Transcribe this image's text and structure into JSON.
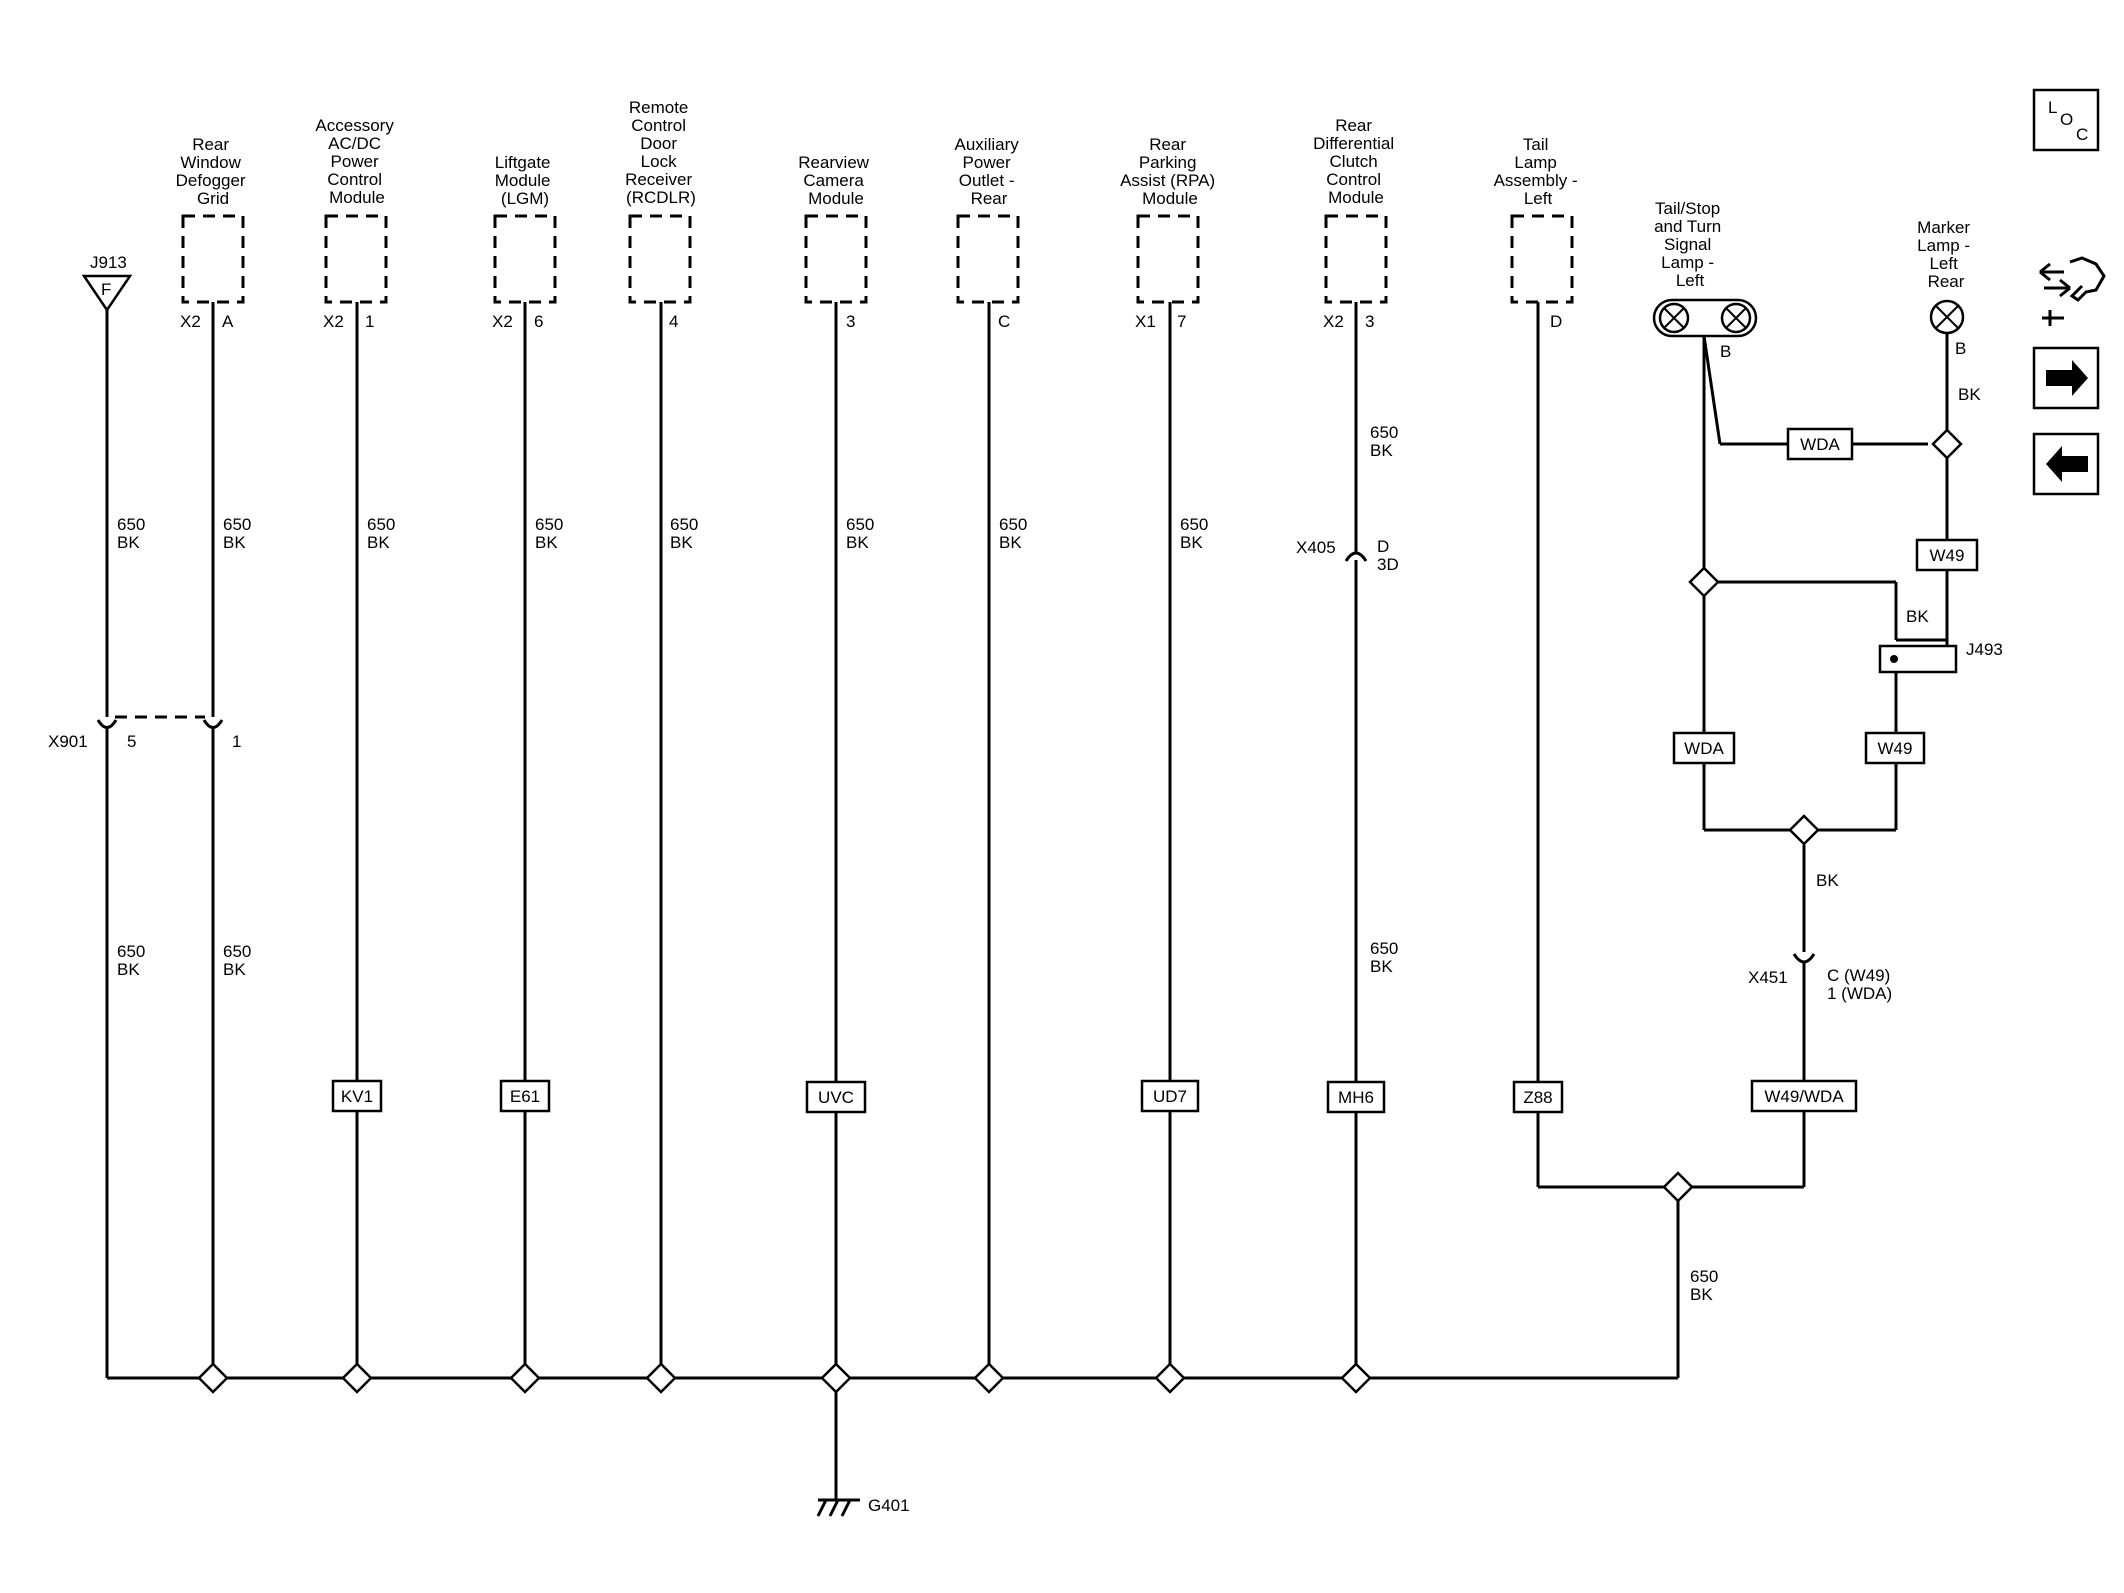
{
  "components": [
    {
      "id": "rwdg",
      "lines": [
        "Rear",
        "Window",
        "Defogger",
        "Grid"
      ],
      "conn": "X2",
      "pin": "A"
    },
    {
      "id": "acdc",
      "lines": [
        "Accessory",
        "AC/DC",
        "Power",
        "Control",
        "Module"
      ],
      "conn": "X2",
      "pin": "1"
    },
    {
      "id": "lgm",
      "lines": [
        "Liftgate",
        "Module",
        "(LGM)"
      ],
      "conn": "X2",
      "pin": "6"
    },
    {
      "id": "rcdlr",
      "lines": [
        "Remote",
        "Control",
        "Door",
        "Lock",
        "Receiver",
        "(RCDLR)"
      ],
      "conn": "",
      "pin": "4"
    },
    {
      "id": "rvc",
      "lines": [
        "Rearview",
        "Camera",
        "Module"
      ],
      "conn": "",
      "pin": "3"
    },
    {
      "id": "apo",
      "lines": [
        "Auxiliary",
        "Power",
        "Outlet -",
        "Rear"
      ],
      "conn": "",
      "pin": "C"
    },
    {
      "id": "rpa",
      "lines": [
        "Rear",
        "Parking",
        "Assist (RPA)",
        "Module"
      ],
      "conn": "X1",
      "pin": "7"
    },
    {
      "id": "rdcc",
      "lines": [
        "Rear",
        "Differential",
        "Clutch",
        "Control",
        "Module"
      ],
      "conn": "X2",
      "pin": "3"
    },
    {
      "id": "tla",
      "lines": [
        "Tail",
        "Lamp",
        "Assembly -",
        "Left"
      ],
      "conn": "",
      "pin": "D"
    }
  ],
  "lamps": {
    "tail_stop": {
      "lines": [
        "Tail/Stop",
        "and Turn",
        "Signal",
        "Lamp -",
        "Left"
      ],
      "pin": "B"
    },
    "marker": {
      "lines": [
        "Marker",
        "Lamp -",
        "Left",
        "Rear"
      ],
      "pin": "B"
    }
  },
  "wire_labels": {
    "j913_top": [
      "650",
      "BK"
    ],
    "j913_bottom": [
      "650",
      "BK"
    ],
    "rwdg_top": [
      "650",
      "BK"
    ],
    "rwdg_bottom": [
      "650",
      "BK"
    ],
    "acdc": [
      "650",
      "BK"
    ],
    "lgm": [
      "650",
      "BK"
    ],
    "rcdlr": [
      "650",
      "BK"
    ],
    "rvc": [
      "650",
      "BK"
    ],
    "apo": [
      "650",
      "BK"
    ],
    "rpa": [
      "650",
      "BK"
    ],
    "rdcc_top": [
      "650",
      "BK"
    ],
    "rdcc_bottom": [
      "650",
      "BK"
    ],
    "tail_ground": [
      "650",
      "BK"
    ],
    "marker_bk": "BK",
    "j493_bk": "BK",
    "x451_bk": "BK"
  },
  "splice": {
    "name": "J913",
    "letter": "F"
  },
  "connectors": {
    "x901": {
      "name": "X901",
      "pin_left": "5",
      "pin_right": "1"
    },
    "x405": {
      "name": "X405",
      "pin": "D",
      "pin2": "3D"
    },
    "x451": {
      "name": "X451",
      "pin_line1": "C (W49)",
      "pin_line2": "1 (WDA)"
    }
  },
  "options": {
    "kv1": "KV1",
    "e61": "E61",
    "uvc": "UVC",
    "ud7": "UD7",
    "mh6": "MH6",
    "z88": "Z88",
    "w49wda": "W49/WDA",
    "wda_top": "WDA",
    "w49_top": "W49",
    "wda_left": "WDA",
    "w49_right": "W49"
  },
  "j493": "J493",
  "ground": "G401",
  "loc_button": {
    "l": "L",
    "o": "O",
    "c": "C"
  },
  "side_icons": [
    "connector-end-view-icon",
    "arrow-right-icon",
    "arrow-left-icon"
  ]
}
